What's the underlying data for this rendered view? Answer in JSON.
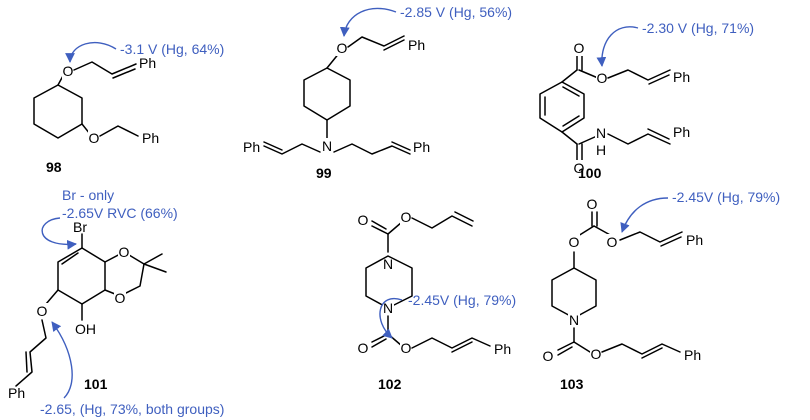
{
  "compounds": [
    {
      "id": "98",
      "annotation": "-3.1 V (Hg, 64%)"
    },
    {
      "id": "99",
      "annotation": "-2.85 V (Hg, 56%)"
    },
    {
      "id": "100",
      "annotation": "-2.30 V (Hg, 71%)"
    },
    {
      "id": "101",
      "annotation_top_1": "Br - only",
      "annotation_top_2": "-2.65V RVC (66%)",
      "annotation_bottom": "-2.65, (Hg, 73%, both groups)"
    },
    {
      "id": "102",
      "annotation": "-2.45V (Hg, 79%)"
    },
    {
      "id": "103",
      "annotation": "-2.45V (Hg, 79%)"
    }
  ],
  "atoms": {
    "O": "O",
    "N": "N",
    "H": "H",
    "Ph": "Ph",
    "Br": "Br",
    "OH": "OH"
  },
  "colors": {
    "annotation": "#3f5fbf",
    "structure": "#000000"
  }
}
